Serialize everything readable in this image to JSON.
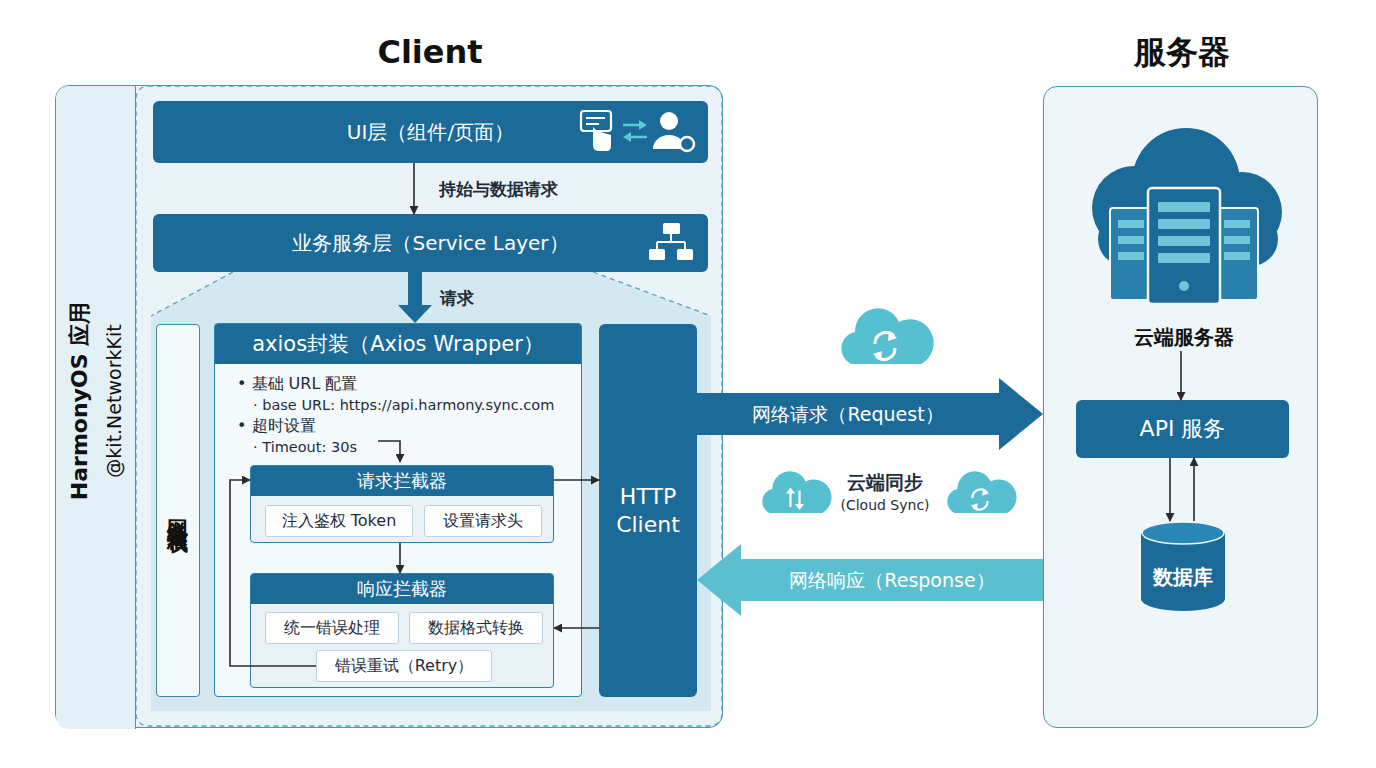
{
  "diagram": {
    "nodes": [
      {
        "text": [
          "Client"
        ]
      },
      {
        "text": [
          "HarmonyOS 应用",
          "@kit.NetworkKit"
        ],
        "in": 0
      },
      {
        "text": [
          "UI层（组件/页面）"
        ],
        "in": 0
      },
      {
        "text": [
          "业务服务层（Service Layer）"
        ],
        "in": 0
      },
      {
        "text": [
          "网络通信栈"
        ],
        "in": 0
      },
      {
        "text": [
          "axios封装（Axios Wrapper）",
          "• 基础 URL 配置",
          "· base URL: https://api.harmony.sync.com",
          "• 超时设置",
          "· Timeout: 30s"
        ],
        "in": 0
      },
      {
        "text": [
          "请求拦截器"
        ],
        "in": 5
      },
      {
        "text": [
          "注入鉴权 Token"
        ],
        "in": 6
      },
      {
        "text": [
          "设置请求头"
        ],
        "in": 6
      },
      {
        "text": [
          "响应拦截器"
        ],
        "in": 5
      },
      {
        "text": [
          "统一错误处理"
        ],
        "in": 9
      },
      {
        "text": [
          "数据格式转换"
        ],
        "in": 9
      },
      {
        "text": [
          "错误重试（Retry）"
        ],
        "in": 9
      },
      {
        "text": [
          "HTTP Client"
        ],
        "in": 0
      },
      {
        "text": [
          "服务器"
        ]
      },
      {
        "text": [
          "云端服务器"
        ],
        "in": 14
      },
      {
        "text": [
          "API 服务"
        ],
        "in": 14
      },
      {
        "text": [
          "数据库"
        ],
        "in": 14
      }
    ],
    "edges": [
      {
        "from": 2,
        "to": 3,
        "label": "持始与数据请求",
        "arrow": "to"
      },
      {
        "from": 3,
        "to": 5,
        "label": "请求",
        "arrow": "to"
      },
      {
        "from": 6,
        "to": 9,
        "arrow": "to"
      },
      {
        "from": 6,
        "to": 13,
        "arrow": "to"
      },
      {
        "from": 13,
        "to": 9,
        "arrow": "to"
      },
      {
        "from": 12,
        "to": 6,
        "arrow": "to"
      },
      {
        "from": 13,
        "to": 14,
        "label": "网络请求（Request）",
        "arrow": "to"
      },
      {
        "from": 14,
        "to": 13,
        "label": "网络响应（Response）",
        "arrow": "to"
      },
      {
        "from": 15,
        "to": 16,
        "arrow": "to"
      },
      {
        "from": 16,
        "to": 17,
        "arrow": "to"
      },
      {
        "from": 17,
        "to": 16,
        "arrow": "to"
      }
    ],
    "labels": [
      "云端同步",
      "(Cloud Sync)"
    ]
  }
}
